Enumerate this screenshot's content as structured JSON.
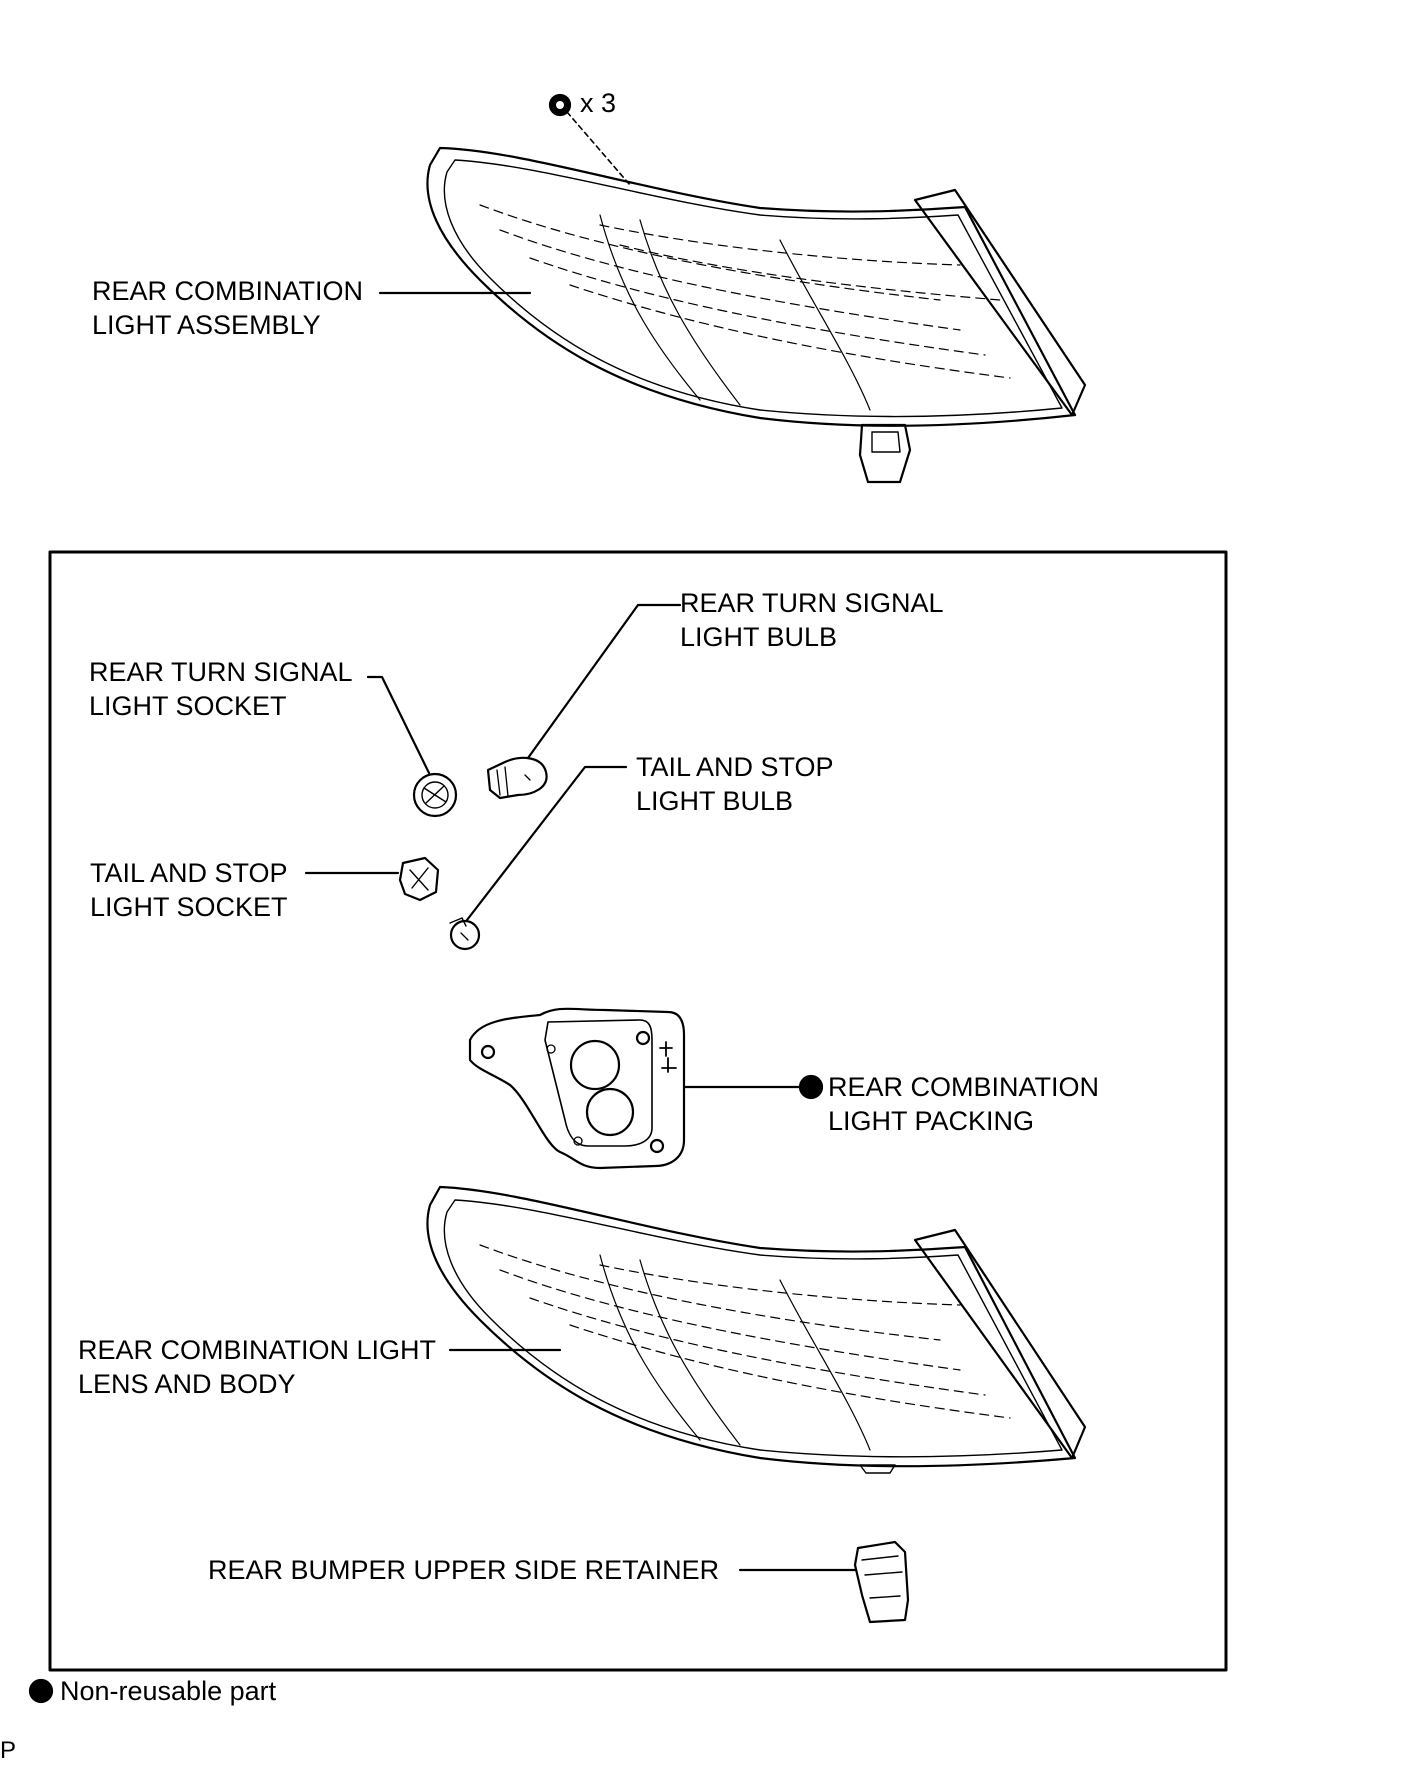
{
  "diagram": {
    "top": {
      "screw_count": "x 3",
      "assembly_label": "REAR COMBINATION\nLIGHT ASSEMBLY"
    },
    "box": {
      "turn_signal_bulb": "REAR TURN SIGNAL\nLIGHT BULB",
      "turn_signal_socket": "REAR TURN SIGNAL\nLIGHT SOCKET",
      "tail_stop_bulb": "TAIL AND STOP\nLIGHT BULB",
      "tail_stop_socket": "TAIL AND STOP\nLIGHT SOCKET",
      "packing": "REAR COMBINATION\nLIGHT PACKING",
      "lens_body": "REAR COMBINATION LIGHT\nLENS AND BODY",
      "retainer": "REAR BUMPER UPPER SIDE RETAINER"
    },
    "legend": {
      "non_reusable": "Non-reusable part"
    },
    "corner_code": "P"
  }
}
